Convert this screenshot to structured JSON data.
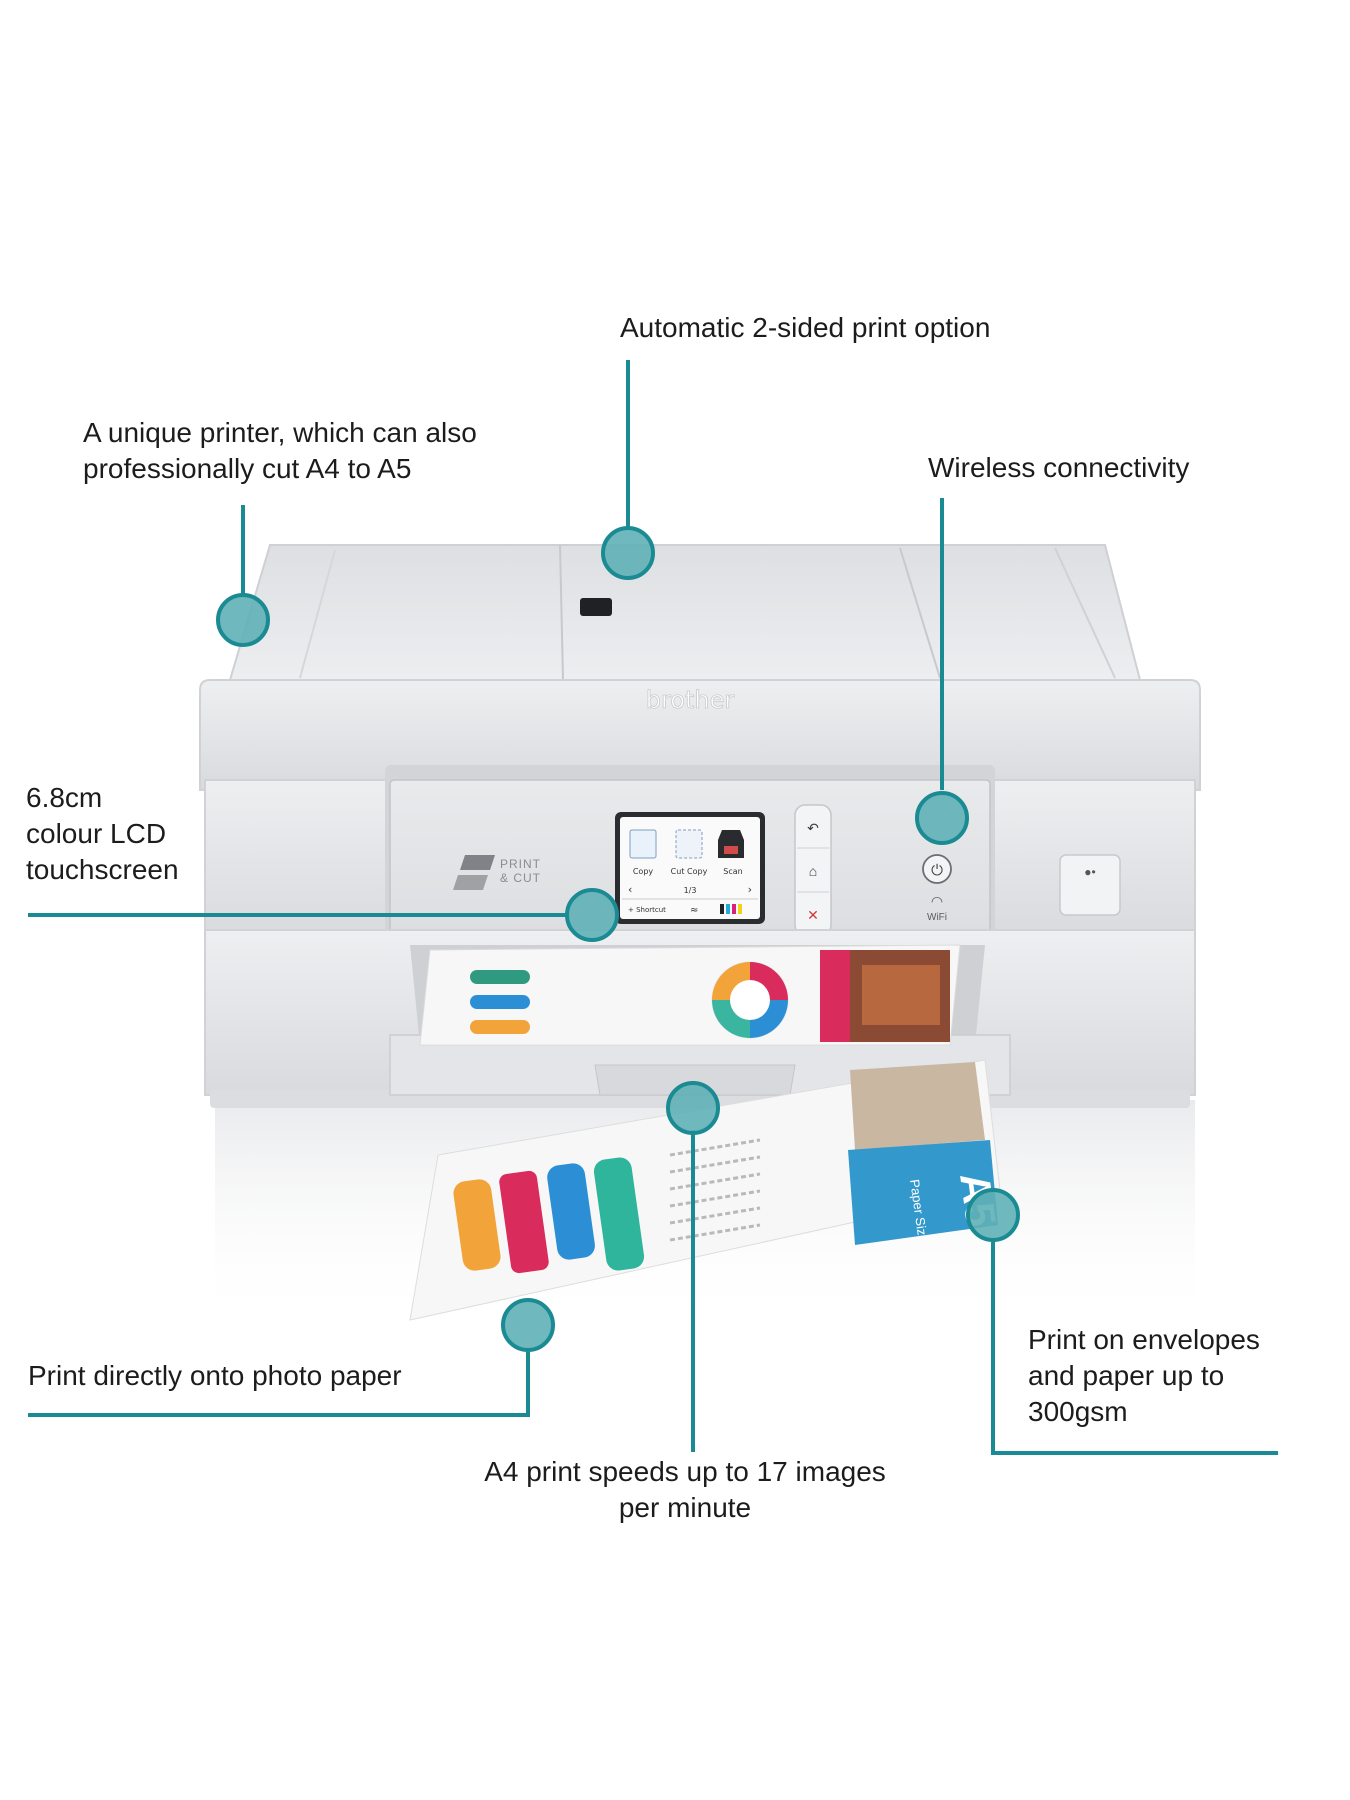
{
  "callouts": {
    "cut": {
      "lines": [
        "A unique printer, which can also",
        "professionally cut A4 to A5"
      ]
    },
    "duplex": {
      "lines": [
        "Automatic 2-sided print option"
      ]
    },
    "wireless": {
      "lines": [
        "Wireless connectivity"
      ]
    },
    "lcd": {
      "lines": [
        "6.8cm",
        "colour LCD",
        "touchscreen"
      ]
    },
    "photo": {
      "lines": [
        "Print directly onto photo paper"
      ]
    },
    "envelopes": {
      "lines": [
        "Print on envelopes",
        "and paper up to",
        "300gsm"
      ]
    },
    "speed": {
      "lines": [
        "A4 print speeds up to 17 images",
        "per minute"
      ]
    }
  },
  "printer": {
    "brand": "brother",
    "badge_lines": [
      "PRINT",
      "& CUT"
    ],
    "wifi_label": "WiFi",
    "lcd": {
      "tiles": [
        "Copy",
        "Cut Copy",
        "Scan"
      ],
      "page": "1/3",
      "shortcut": "Shortcut"
    },
    "paper": {
      "size_label": "Paper Size",
      "size_value": "A5"
    }
  },
  "colors": {
    "accent": "#1a8a93",
    "marker_fill": "#5fb0b6",
    "text": "#1c1c1c",
    "printer_body": "#e6e7e9"
  }
}
